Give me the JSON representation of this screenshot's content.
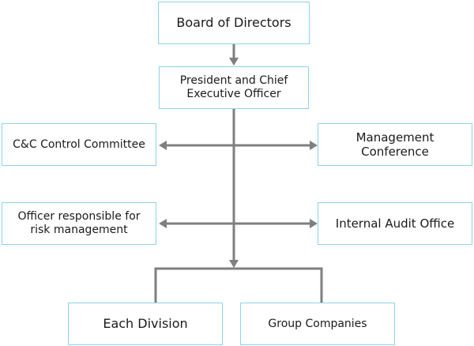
{
  "nodes": {
    "board": "Board of Directors",
    "president": "President and Chief Executive Officer",
    "cc_committee": "C&C Control Committee",
    "management_conference": "Management Conference",
    "risk_officer": "Officer responsible for risk management",
    "internal_audit": "Internal Audit Office",
    "each_division": "Each Division",
    "group_companies": "Group Companies"
  },
  "colors": {
    "box_border": "#8ed3e6",
    "connector": "#7f7f7f",
    "text": "#1a1a1a"
  }
}
